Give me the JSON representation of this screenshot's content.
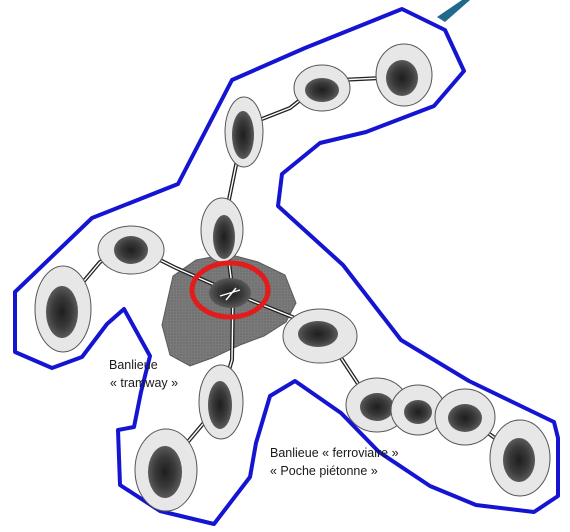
{
  "labels": {
    "banlieue_tramway_line1": "Banlieue",
    "banlieue_tramway_line2": "« tramway »",
    "banlieue_ferroviaire": "Banlieue « ferroviaire »",
    "poche_pietonne": "« Poche piétonne »"
  },
  "colors": {
    "outline": "#1414d2",
    "highlight": "#e31b1b",
    "arrow": "#1f6a8c",
    "core": "#7d7d7d",
    "node_halo": "#e6e6e6",
    "node_body": "#3b3b3b"
  },
  "icons": {
    "corner_arrow": "arrow-icon"
  }
}
